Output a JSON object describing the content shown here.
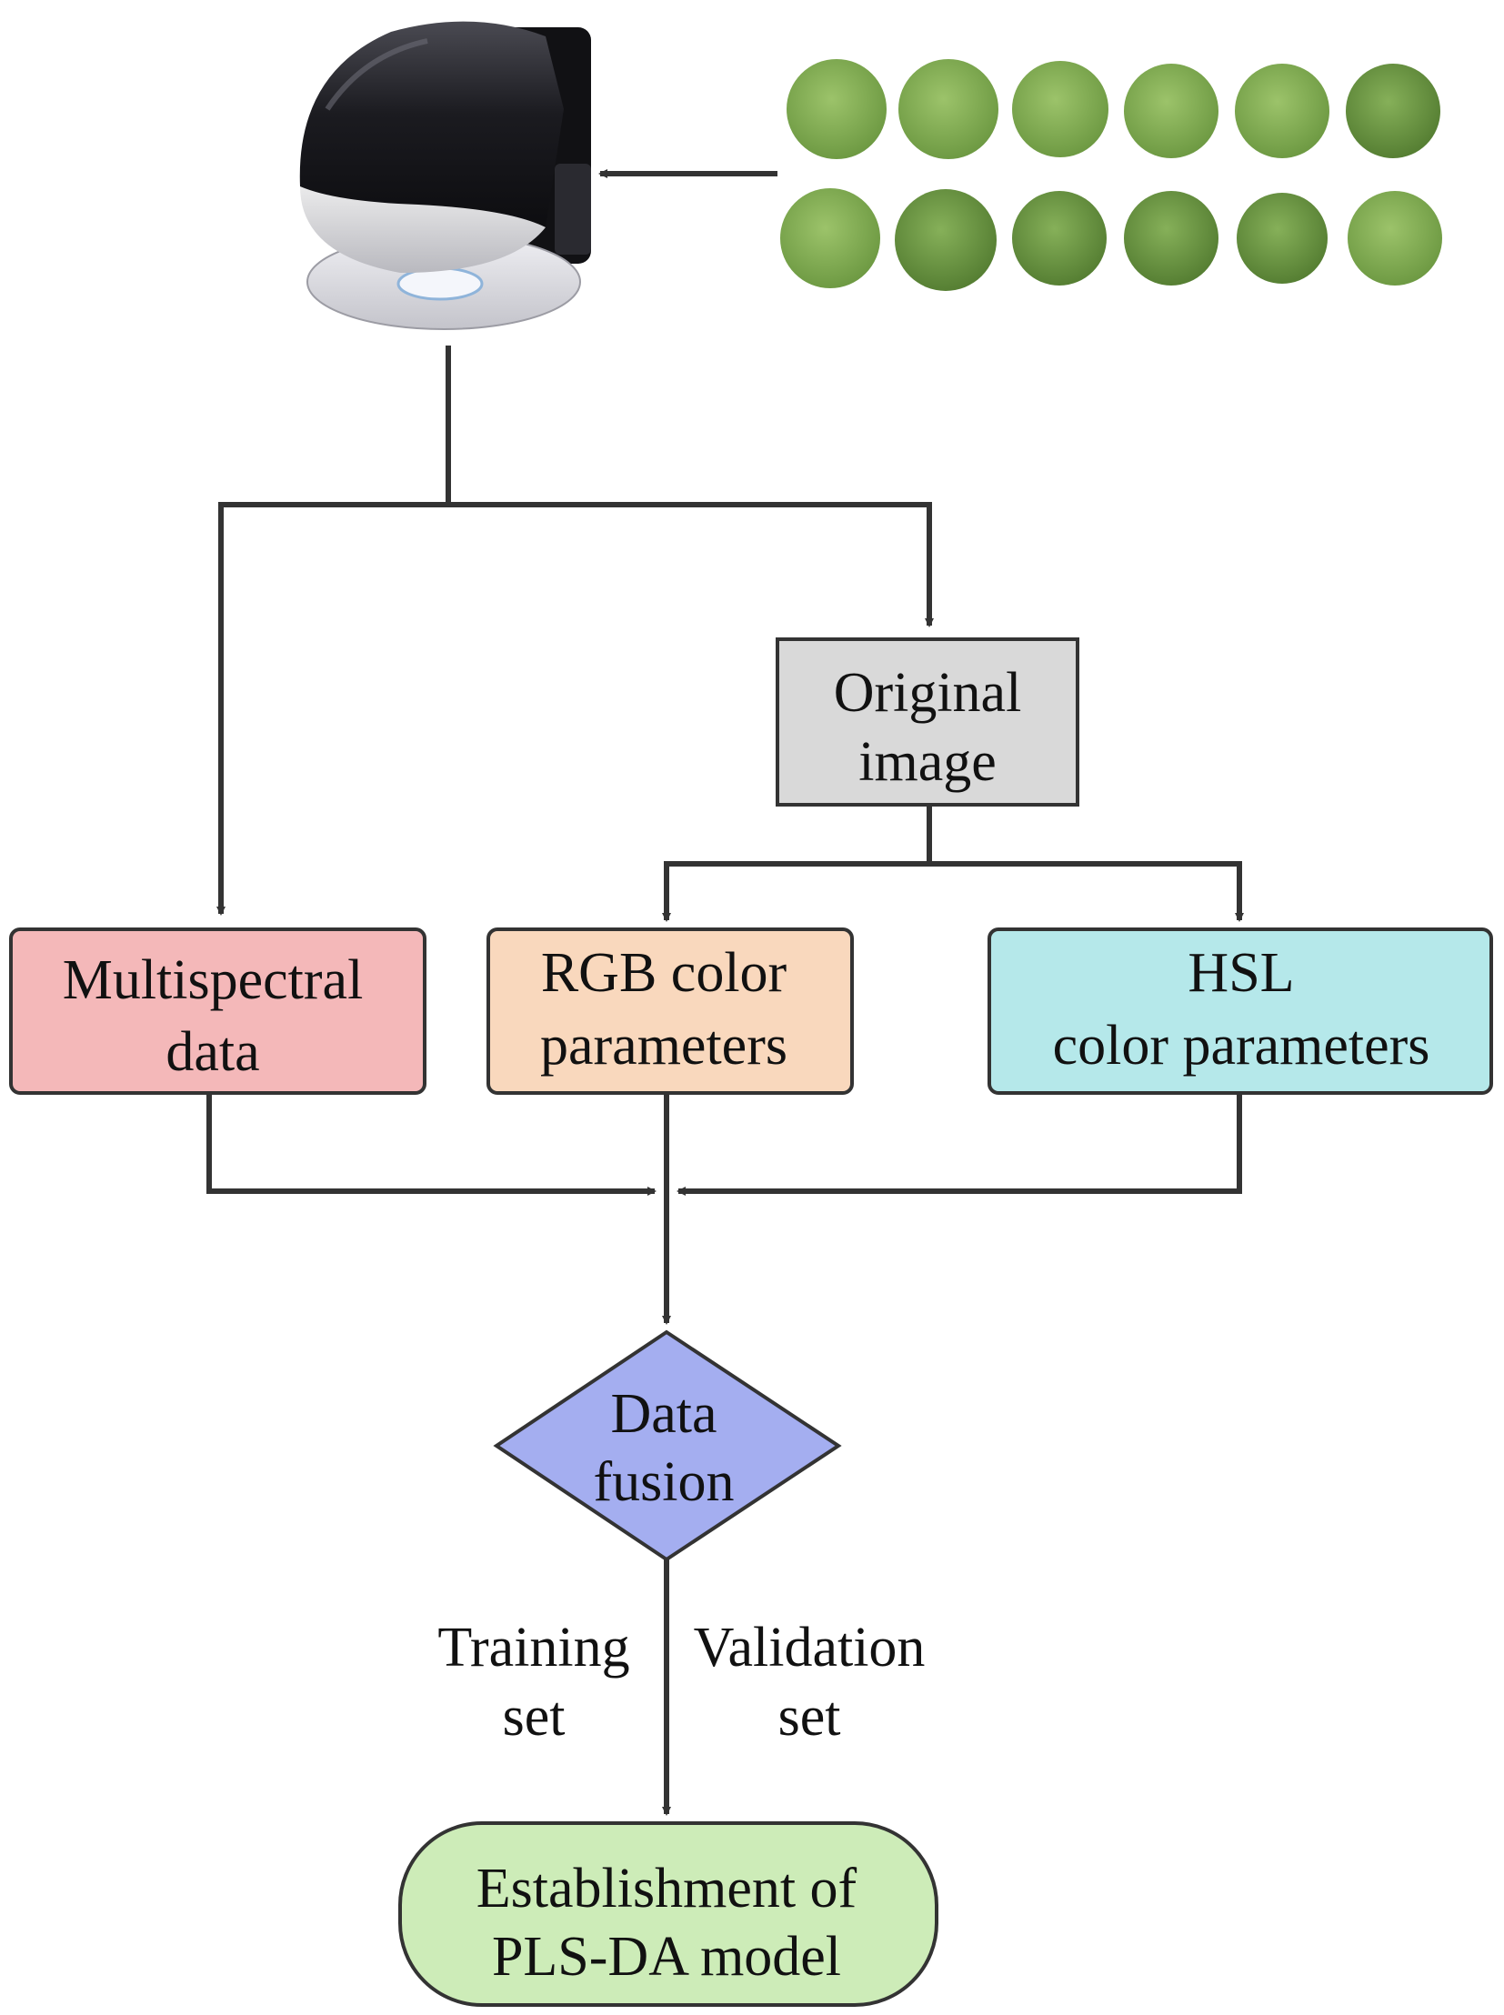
{
  "diagram": {
    "nodes": {
      "original_image": {
        "lines": [
          "Original",
          "image"
        ],
        "fill": "#d9d9d9"
      },
      "multispectral": {
        "lines": [
          "Multispectral",
          "data"
        ],
        "fill": "#f4b8b9"
      },
      "rgb": {
        "lines": [
          "RGB color",
          "parameters"
        ],
        "fill": "#f9d8bd"
      },
      "hsl": {
        "lines": [
          "HSL",
          "color parameters"
        ],
        "fill": "#b5e8ea"
      },
      "data_fusion": {
        "lines": [
          "Data",
          "fusion"
        ],
        "fill": "#a4aef0"
      },
      "plsda": {
        "lines": [
          "Establishment of",
          "PLS-DA model"
        ],
        "fill": "#cdecb8"
      }
    },
    "edge_labels": {
      "training": [
        "Training",
        "set"
      ],
      "validation": [
        "Validation",
        "set"
      ]
    },
    "device_image": "multispectral-imaging-device",
    "leaf_samples": {
      "rows": 2,
      "per_row": 6
    },
    "colors": {
      "stroke": "#333333",
      "leaf_dark": "#5f8a3a",
      "leaf_light": "#8cb060"
    }
  }
}
